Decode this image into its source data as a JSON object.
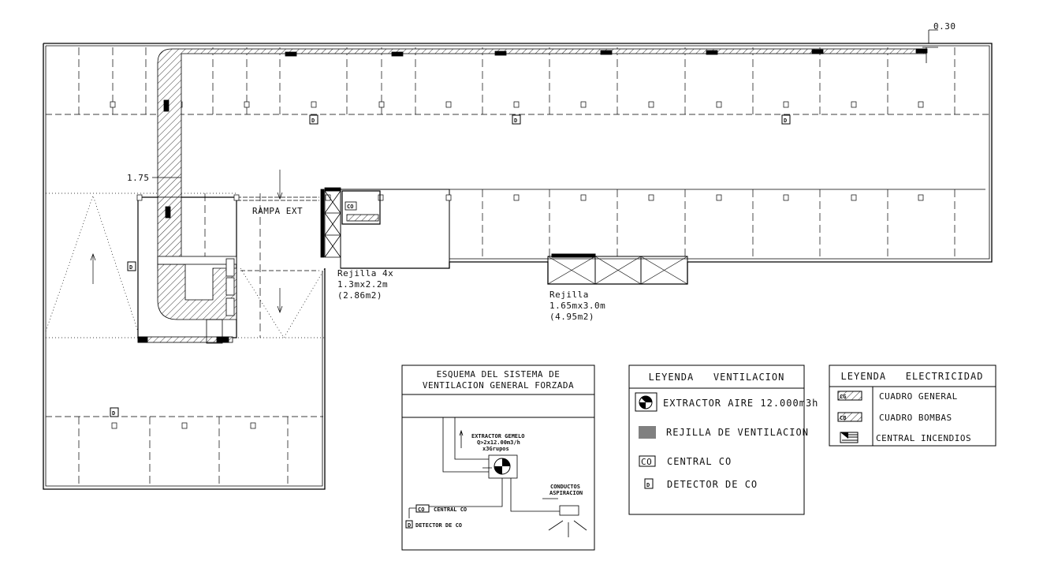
{
  "plan": {
    "dimension_top": "0.30",
    "dimension_left": "1.75",
    "ramp_label": "RAMPA EXT",
    "grille1": {
      "line1": "Rejilla 4x",
      "line2": "1.3mx2.2m",
      "line3": "(2.86m2)"
    },
    "grille2": {
      "line1": "Rejilla",
      "line2": "1.65mx3.0m",
      "line3": "(4.95m2)"
    },
    "detector_symbol": "D",
    "central_co_symbol": "CO"
  },
  "scheme": {
    "title_line1": "ESQUEMA DEL SISTEMA DE",
    "title_line2": "VENTILACION GENERAL FORZADA",
    "extractor_line1": "EXTRACTOR GEMELO",
    "extractor_line2": "Q>2x12.00m3/h",
    "extractor_line3": "x3Grupos",
    "ducts_line1": "CONDUCTOS",
    "ducts_line2": "ASPIRACION",
    "central_co_symbol": "CO",
    "central_co": "CENTRAL CO",
    "detector_symbol": "D",
    "detector": "DETECTOR DE CO"
  },
  "legend_ventilation": {
    "title": "LEYENDA   VENTILACION",
    "items": [
      {
        "icon": "fan-icon",
        "label": "EXTRACTOR AIRE 12.000m3h"
      },
      {
        "icon": "grille-icon",
        "label": "REJILLA DE VENTILACION"
      },
      {
        "icon": "co-box-icon",
        "symbol": "CO",
        "label": "CENTRAL CO"
      },
      {
        "icon": "detector-icon",
        "symbol": "D",
        "label": "DETECTOR DE CO"
      }
    ]
  },
  "legend_electricity": {
    "title": "LEYENDA   ELECTRICIDAD",
    "items": [
      {
        "icon": "panel-hatched-icon",
        "symbol": "CG",
        "label": "CUADRO GENERAL"
      },
      {
        "icon": "panel-hatched-icon",
        "symbol": "CB",
        "label": "CUADRO BOMBAS"
      },
      {
        "icon": "fire-panel-icon",
        "label": "CENTRAL INCENDIOS"
      }
    ]
  }
}
